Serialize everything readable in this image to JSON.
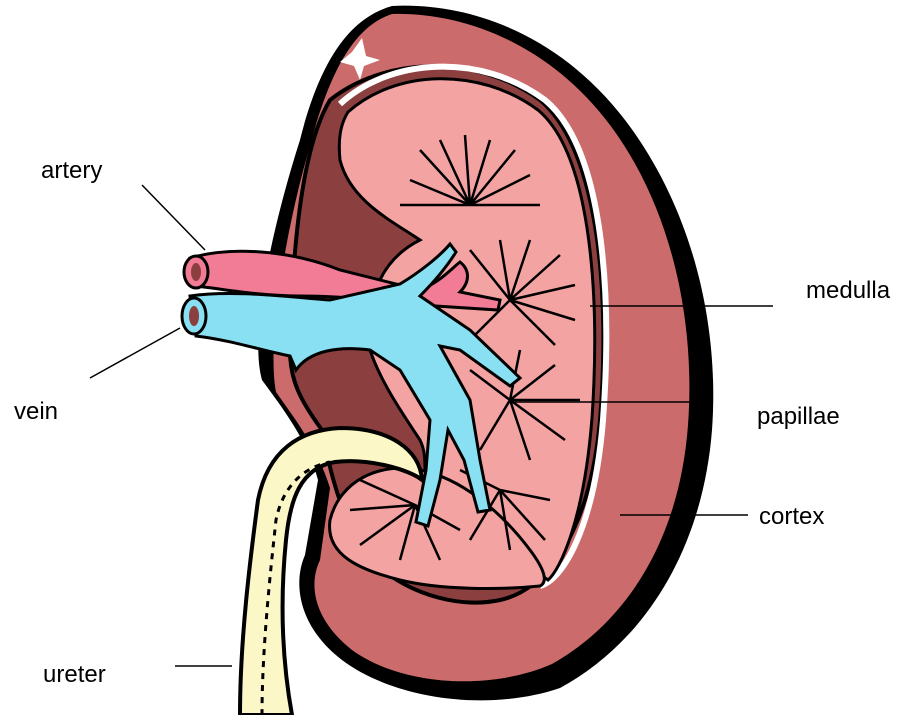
{
  "diagram": {
    "labels": {
      "artery": "artery",
      "vein": "vein",
      "medulla": "medulla",
      "papillae": "papillae",
      "cortex": "cortex",
      "ureter": "ureter"
    },
    "colors": {
      "cortex": "#cc6b6b",
      "medulla": "#f4a3a3",
      "outline": "#000000",
      "artery": "#f27c96",
      "vein": "#88e0f2",
      "ureter": "#fbf7c6",
      "inner_dark": "#8c3f3f",
      "background": "#ffffff"
    }
  }
}
